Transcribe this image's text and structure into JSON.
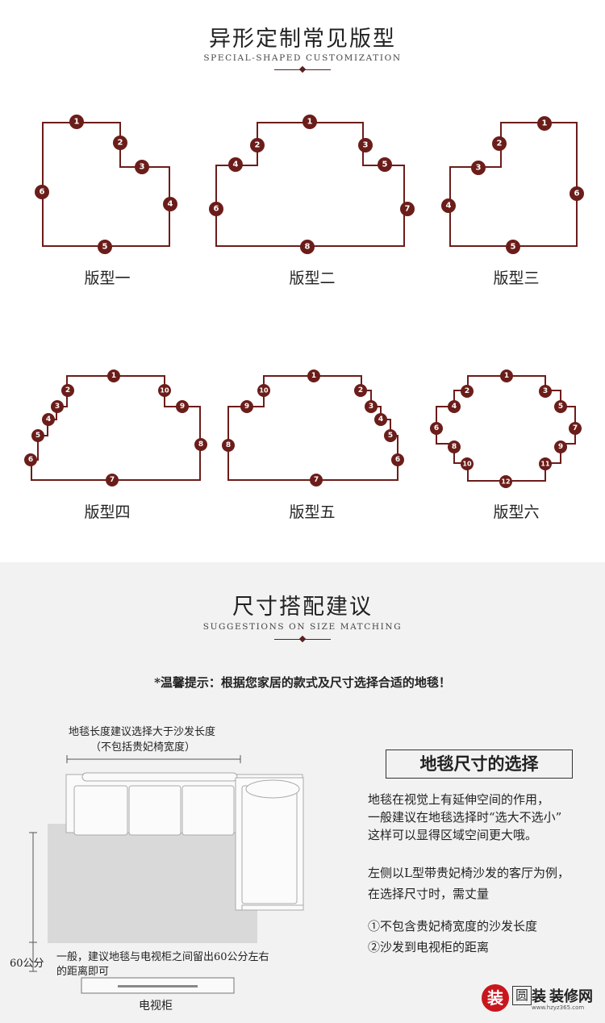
{
  "section1": {
    "title": "异形定制常见版型",
    "subtitle": "SPECIAL-SHAPED CUSTOMIZATION",
    "shapes": [
      {
        "label": "版型一",
        "badges": [
          "1",
          "2",
          "3",
          "4",
          "5",
          "6"
        ]
      },
      {
        "label": "版型二",
        "badges": [
          "1",
          "2",
          "3",
          "4",
          "5",
          "6",
          "7",
          "8"
        ]
      },
      {
        "label": "版型三",
        "badges": [
          "1",
          "2",
          "3",
          "4",
          "5",
          "6"
        ]
      },
      {
        "label": "版型四",
        "badges": [
          "1",
          "2",
          "3",
          "4",
          "5",
          "6",
          "7",
          "8",
          "9",
          "10"
        ]
      },
      {
        "label": "版型五",
        "badges": [
          "1",
          "2",
          "3",
          "4",
          "5",
          "6",
          "7",
          "8",
          "9",
          "10"
        ]
      },
      {
        "label": "版型六",
        "badges": [
          "1",
          "2",
          "3",
          "4",
          "5",
          "6",
          "7",
          "8",
          "9",
          "10",
          "11",
          "12"
        ]
      }
    ]
  },
  "section2": {
    "title": "尺寸搭配建议",
    "subtitle": "SUGGESTIONS ON SIZE MATCHING",
    "tip": "*温馨提示：根据您家居的款式及尺寸选择合适的地毯！",
    "diagram": {
      "top_note_1": "地毯长度建议选择大于沙发长度",
      "top_note_2": "（不包括贵妃椅宽度）",
      "distance": "60公分",
      "bottom_note_1": "一般，建议地毯与电视柜之间留出60公分左右",
      "bottom_note_2": "的距离即可",
      "tv_label": "电视柜"
    },
    "selection": {
      "title": "地毯尺寸的选择",
      "p1": [
        "地毯在视觉上有延伸空间的作用，",
        "一般建议在地毯选择时“选大不选小”",
        "这样可以显得区域空间更大哦。"
      ],
      "p2": [
        "左侧以L型带贵妃椅沙发的客厅为例，",
        "在选择尺寸时，需丈量"
      ],
      "items": [
        "①不包含贵妃椅宽度的沙发长度",
        "②沙发到电视柜的距离"
      ]
    }
  },
  "logo": {
    "mark": "装",
    "name1": "圆",
    "name2": "装",
    "name3": "装修网",
    "url": "www.hzyz365.com"
  },
  "colors": {
    "accent": "#6b1d1a",
    "section2_bg": "#f2f2f2"
  }
}
